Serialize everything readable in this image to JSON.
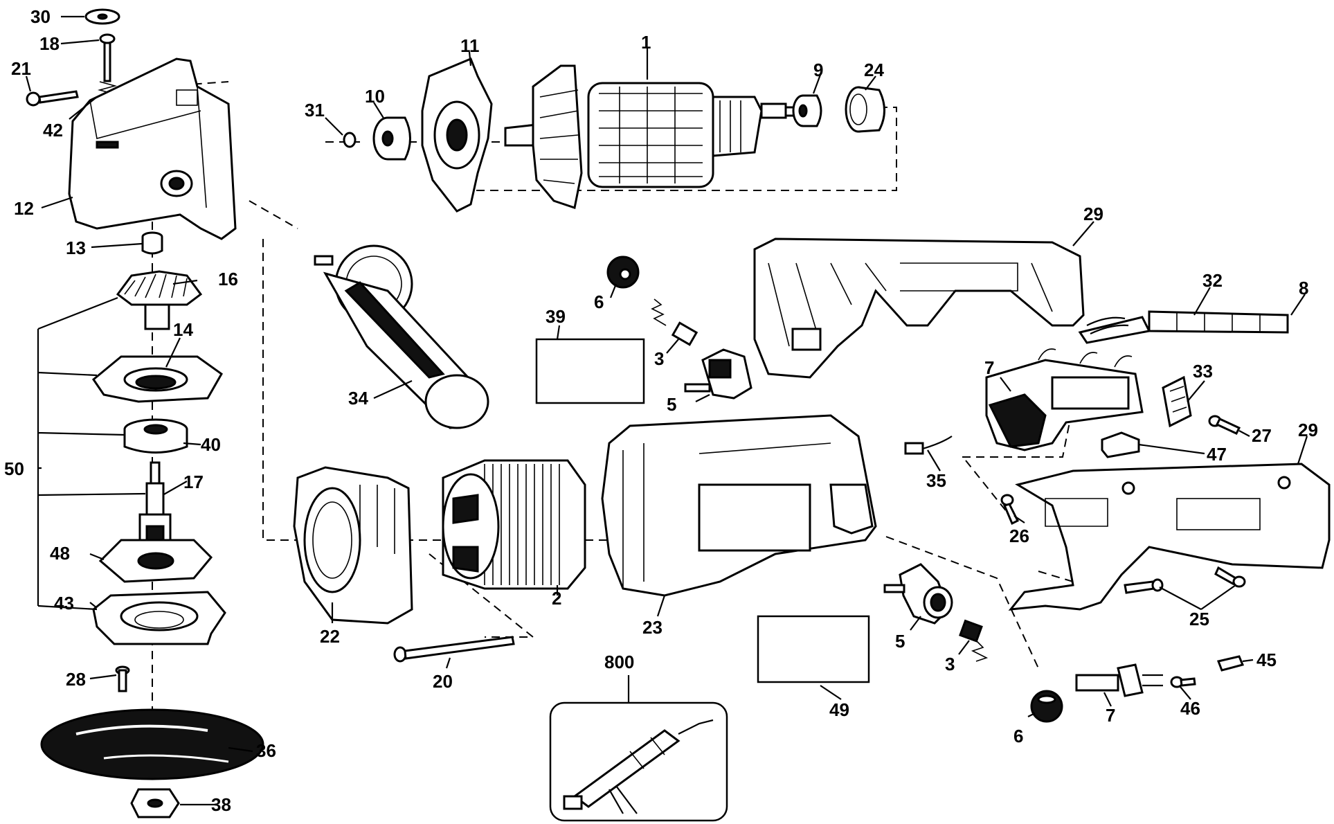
{
  "diagram": {
    "type": "exploded-parts-diagram",
    "labels": [
      {
        "id": "p30",
        "text": "30"
      },
      {
        "id": "p18",
        "text": "18"
      },
      {
        "id": "p21",
        "text": "21"
      },
      {
        "id": "p42",
        "text": "42"
      },
      {
        "id": "p12",
        "text": "12"
      },
      {
        "id": "p13",
        "text": "13"
      },
      {
        "id": "p16",
        "text": "16"
      },
      {
        "id": "p14",
        "text": "14"
      },
      {
        "id": "p40",
        "text": "40"
      },
      {
        "id": "p50",
        "text": "50"
      },
      {
        "id": "p17",
        "text": "17"
      },
      {
        "id": "p48",
        "text": "48"
      },
      {
        "id": "p43",
        "text": "43"
      },
      {
        "id": "p28",
        "text": "28"
      },
      {
        "id": "p36",
        "text": "36"
      },
      {
        "id": "p38",
        "text": "38"
      },
      {
        "id": "p11",
        "text": "11"
      },
      {
        "id": "p31",
        "text": "31"
      },
      {
        "id": "p10",
        "text": "10"
      },
      {
        "id": "p1",
        "text": "1"
      },
      {
        "id": "p9",
        "text": "9"
      },
      {
        "id": "p24",
        "text": "24"
      },
      {
        "id": "p29a",
        "text": "29"
      },
      {
        "id": "p32",
        "text": "32"
      },
      {
        "id": "p8",
        "text": "8"
      },
      {
        "id": "p34",
        "text": "34"
      },
      {
        "id": "p6a",
        "text": "6"
      },
      {
        "id": "p39",
        "text": "39"
      },
      {
        "id": "p3a",
        "text": "3"
      },
      {
        "id": "p5a",
        "text": "5"
      },
      {
        "id": "p7a",
        "text": "7"
      },
      {
        "id": "p33",
        "text": "33"
      },
      {
        "id": "p27",
        "text": "27"
      },
      {
        "id": "p47",
        "text": "47"
      },
      {
        "id": "p29b",
        "text": "29"
      },
      {
        "id": "p35",
        "text": "35"
      },
      {
        "id": "p26",
        "text": "26"
      },
      {
        "id": "p25",
        "text": "25"
      },
      {
        "id": "p22",
        "text": "22"
      },
      {
        "id": "p2",
        "text": "2"
      },
      {
        "id": "p23",
        "text": "23"
      },
      {
        "id": "p20",
        "text": "20"
      },
      {
        "id": "p5b",
        "text": "5"
      },
      {
        "id": "p3b",
        "text": "3"
      },
      {
        "id": "p49",
        "text": "49"
      },
      {
        "id": "p6b",
        "text": "6"
      },
      {
        "id": "p7b",
        "text": "7"
      },
      {
        "id": "p46",
        "text": "46"
      },
      {
        "id": "p45",
        "text": "45"
      },
      {
        "id": "p800",
        "text": "800"
      }
    ]
  }
}
